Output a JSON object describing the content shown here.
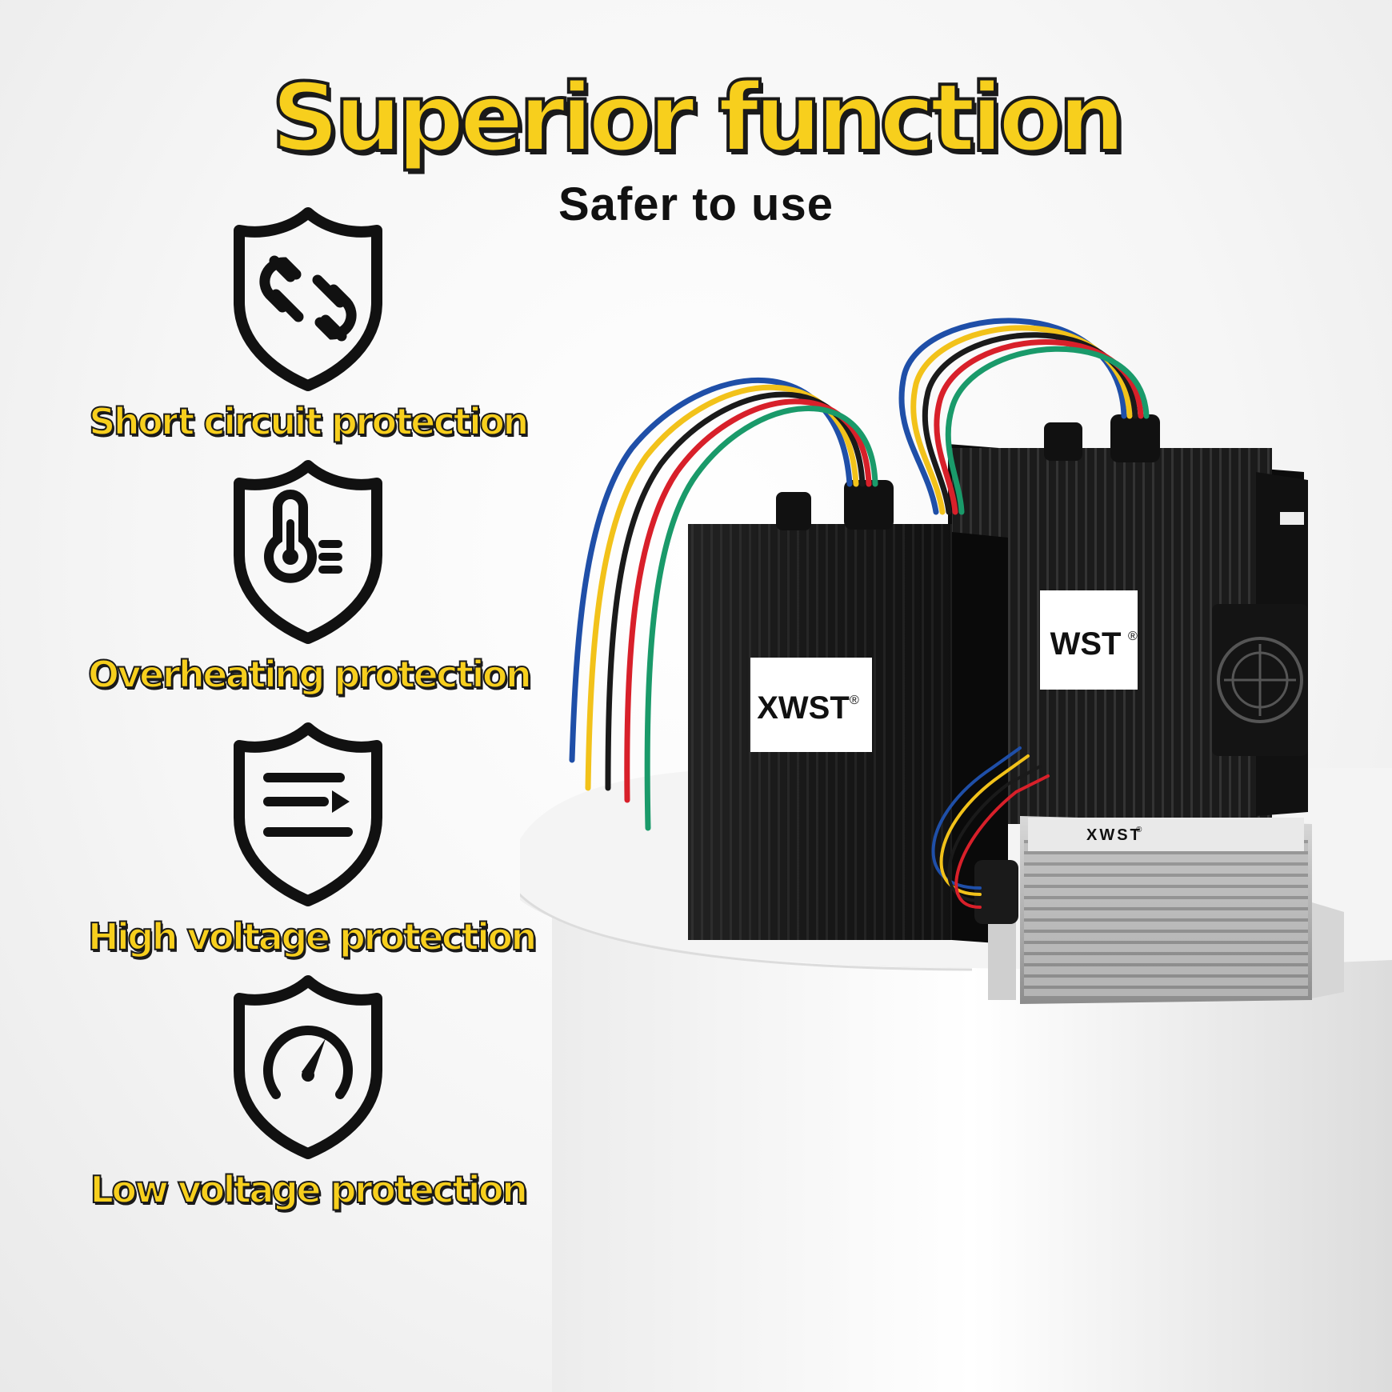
{
  "header": {
    "title": "Superior function",
    "subtitle": "Safer to use"
  },
  "features": [
    {
      "label": "Short circuit protection",
      "icon": "broken-link-icon"
    },
    {
      "label": "Overheating protection",
      "icon": "thermometer-icon"
    },
    {
      "label": "High voltage protection",
      "icon": "lines-arrow-icon"
    },
    {
      "label": "Low voltage protection",
      "icon": "gauge-icon"
    }
  ],
  "product": {
    "brand_left": "XWST",
    "brand_right": "WST",
    "brand_small": "XWST",
    "registered": "®",
    "wire_colors": [
      "#1f4fa8",
      "#f2c21a",
      "#1a1a1a",
      "#d8202a",
      "#1a9a6a"
    ]
  },
  "colors": {
    "title_fill": "#f7cf1d",
    "outline": "#1a1a1a"
  }
}
